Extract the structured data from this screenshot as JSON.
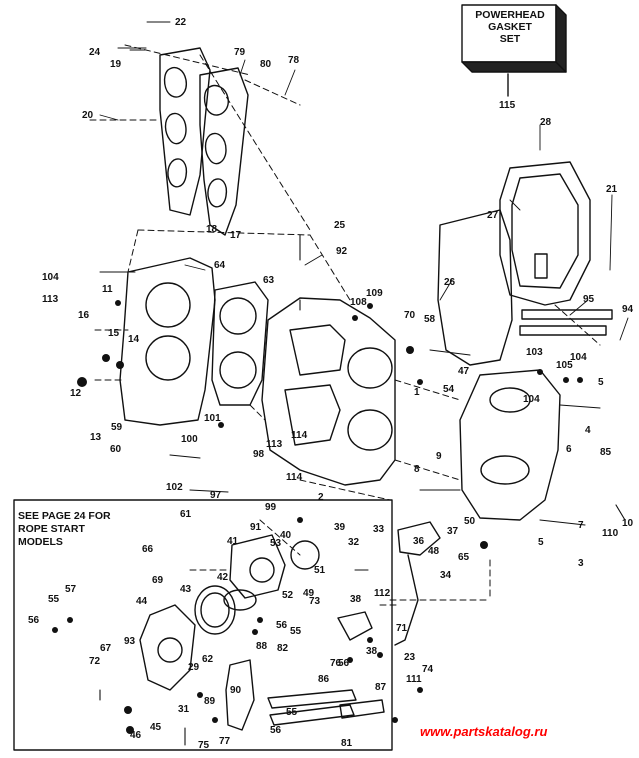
{
  "gasket_set": {
    "line1": "POWERHEAD",
    "line2": "GASKET",
    "line3": "SET",
    "number": "115"
  },
  "rope_note": {
    "line1": "SEE PAGE 24 FOR",
    "line2": "ROPE START",
    "line3": "MODELS"
  },
  "watermark": "www.partskatalog.ru",
  "callouts": [
    "1",
    "2",
    "3",
    "4",
    "5",
    "5",
    "6",
    "7",
    "8",
    "9",
    "10",
    "11",
    "12",
    "13",
    "14",
    "15",
    "16",
    "17",
    "18",
    "19",
    "20",
    "21",
    "22",
    "23",
    "24",
    "25",
    "26",
    "27",
    "28",
    "29",
    "31",
    "32",
    "33",
    "34",
    "36",
    "37",
    "38",
    "38",
    "39",
    "40",
    "41",
    "42",
    "43",
    "44",
    "45",
    "46",
    "47",
    "48",
    "49",
    "50",
    "51",
    "52",
    "53",
    "54",
    "55",
    "55",
    "55",
    "56",
    "56",
    "56",
    "56",
    "57",
    "58",
    "59",
    "60",
    "61",
    "62",
    "63",
    "64",
    "65",
    "66",
    "67",
    "69",
    "70",
    "71",
    "72",
    "73",
    "74",
    "75",
    "76",
    "77",
    "78",
    "79",
    "80",
    "81",
    "82",
    "85",
    "86",
    "87",
    "88",
    "89",
    "90",
    "91",
    "92",
    "93",
    "94",
    "95",
    "97",
    "98",
    "99",
    "100",
    "101",
    "102",
    "103",
    "104",
    "104",
    "104",
    "105",
    "108",
    "109",
    "110",
    "111",
    "112",
    "113",
    "113",
    "114",
    "114"
  ]
}
